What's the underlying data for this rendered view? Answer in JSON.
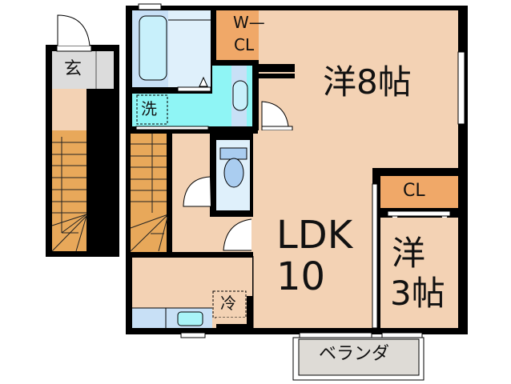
{
  "floor_plan": {
    "rooms": {
      "entrance": {
        "label": "玄"
      },
      "washroom": {
        "label": "洗"
      },
      "walk_in_closet": {
        "label_line1": "W—",
        "label_line2": "CL"
      },
      "western_8": {
        "label": "洋8帖"
      },
      "ldk": {
        "label_line1": "LDK",
        "label_line2": "10"
      },
      "closet": {
        "label": "CL"
      },
      "western_3": {
        "label_line1": "洋",
        "label_line2": "3帖"
      },
      "fridge": {
        "label": "冷"
      },
      "balcony": {
        "label": "ベランダ"
      }
    },
    "colors": {
      "wall": "#000000",
      "floor": "#f3d2b4",
      "closet": "#f0a868",
      "stairs": "#e8a85a",
      "entrance": "#dcdcdc",
      "water": "#8ff5f5",
      "bath": "#c8e0f6",
      "balcony": "#dedbd6"
    }
  }
}
